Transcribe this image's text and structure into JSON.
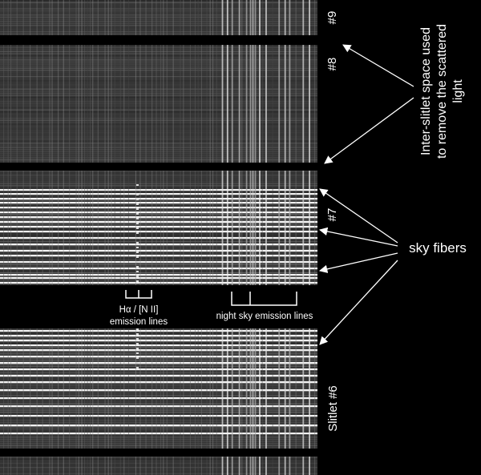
{
  "labels": {
    "slitlet9": "#9",
    "slitlet8": "#8",
    "slitlet7": "#7",
    "slitlet6": "Slitlet #6",
    "interslit_line1": "Inter-slitlet space used",
    "interslit_line2": "to remove the scattered",
    "interslit_line3": "light",
    "sky_fibers": "sky fibers",
    "halpha_line1": "Hα / [N II]",
    "halpha_line2": "emission lines",
    "night_sky": "night sky emission lines"
  },
  "colors": {
    "background": "#000000",
    "text": "#ffffff",
    "arrow": "#ffffff",
    "spectrum_base": "#3a3a3a"
  }
}
